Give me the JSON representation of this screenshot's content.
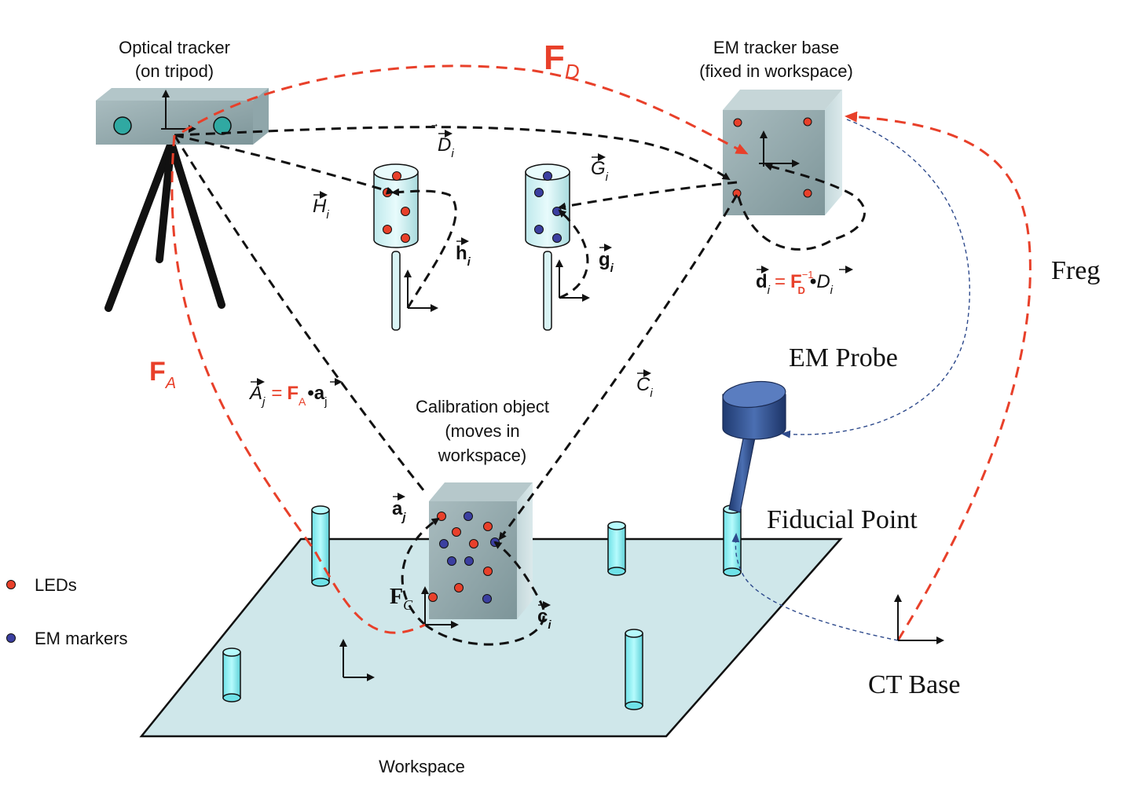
{
  "labels": {
    "optical_tracker": [
      "Optical tracker",
      "(on tripod)"
    ],
    "em_tracker_base": [
      "EM tracker base",
      "(fixed in workspace)"
    ],
    "calibration_object": [
      "Calibration object",
      "(moves in",
      "workspace)"
    ],
    "workspace": "Workspace",
    "em_probe": "EM Probe",
    "fiducial_point": "Fiducial Point",
    "ct_base": "CT Base",
    "freg": "Freg"
  },
  "frames": {
    "fd": {
      "main": "F",
      "sub": "D"
    },
    "fa": {
      "main": "F",
      "sub": "A"
    },
    "fc": {
      "main": "F",
      "sub": "C"
    }
  },
  "vectors": {
    "D_i": {
      "main": "D",
      "sub": "i"
    },
    "G_i": {
      "main": "G",
      "sub": "i"
    },
    "H_i": {
      "main": "H",
      "sub": "i"
    },
    "C_i": {
      "main": "C",
      "sub": "i"
    },
    "h_i": {
      "main": "h",
      "sub": "i"
    },
    "g_i": {
      "main": "g",
      "sub": "i"
    },
    "a_j": {
      "main": "a",
      "sub": "j"
    },
    "c_i": {
      "main": "c",
      "sub": "i"
    }
  },
  "equations": {
    "A_j": {
      "lhs": "A",
      "lhs_sub": "j",
      "eq": "=",
      "frame": "F",
      "frame_sub": "A",
      "dot": "•",
      "rhs": "a",
      "rhs_sub": "j"
    },
    "d_i": {
      "lhs": "d",
      "lhs_sub": "i",
      "eq": "=",
      "frame": "F",
      "frame_sub": "D",
      "frame_sup": "−1",
      "dot": "•",
      "rhs": "D",
      "rhs_sub": "i"
    }
  },
  "legend": [
    {
      "label": "LEDs",
      "color": "#e8402a"
    },
    {
      "label": "EM markers",
      "color": "#3b3fa0"
    }
  ],
  "colors": {
    "led": "#e8402a",
    "em_marker": "#3b3fa0",
    "frame_red": "#e8402a",
    "dashed_black": "#111111",
    "dashed_blue": "#2e4a8c",
    "workspace_fill": "#cfe7ea",
    "box_fill": "#9fb3b6",
    "pillar_fill": "#8ff0f3",
    "probe_blue": "#2f4f8f"
  }
}
